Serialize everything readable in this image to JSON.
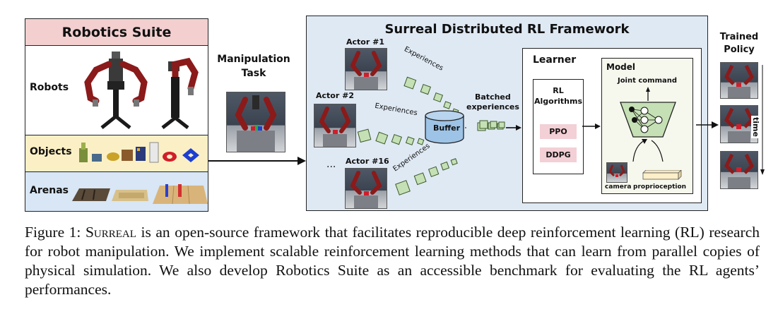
{
  "suite": {
    "title": "Robotics Suite",
    "robots_label": "Robots",
    "objects_label": "Objects",
    "arenas_label": "Arenas"
  },
  "task": {
    "label_line1": "Manipulation",
    "label_line2": "Task"
  },
  "framework": {
    "title": "Surreal Distributed RL Framework",
    "actors": [
      "Actor #1",
      "Actor #2",
      "Actor #16"
    ],
    "ellipsis": "...",
    "experiences": "Experiences",
    "buffer": "Buffer",
    "batched_line1": "Batched",
    "batched_line2": "experiences",
    "learner": {
      "title": "Learner",
      "rl_line1": "RL",
      "rl_line2": "Algorithms",
      "algorithms": [
        "PPO",
        "DDPG"
      ],
      "model": {
        "title": "Model",
        "output": "Joint command",
        "inputs": [
          "camera",
          "proprioception"
        ]
      }
    }
  },
  "policy": {
    "label_line1": "Trained",
    "label_line2": "Policy",
    "time_label": "time"
  },
  "caption": {
    "prefix": "Figure 1: ",
    "name": "Surreal",
    "text": " is an open-source framework that facilitates reproducible deep reinforcement learning (RL) research for robot manipulation.  We implement scalable reinforcement learning methods that can learn from parallel copies of physical simulation. We also develop Robotics Suite as an accessible benchmark for evaluating the RL agents’ performances."
  },
  "colors": {
    "suite_header": "#f3cfd0",
    "objects_row": "#fbf0c5",
    "arenas_row": "#d8e6f5",
    "framework_bg": "#dfe9f4",
    "experience_square": "#c5e0b4",
    "buffer": "#9dc3e6",
    "algo_badge": "#f3cfd6",
    "robot_red": "#8b1a1a"
  }
}
